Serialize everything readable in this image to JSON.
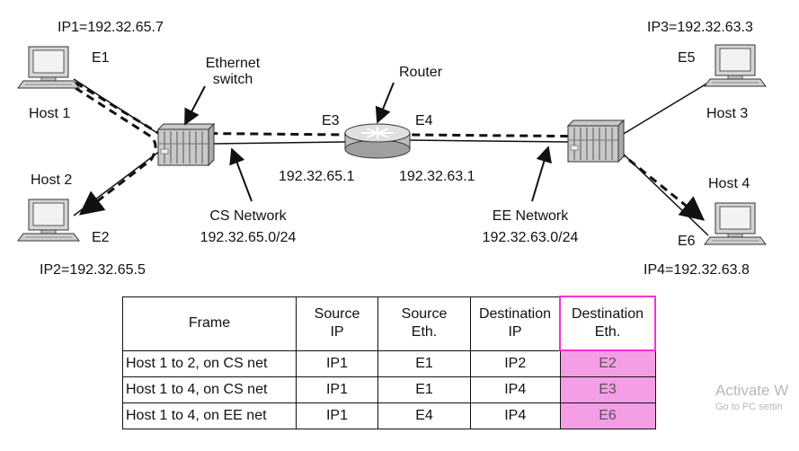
{
  "hosts": {
    "host1": {
      "name": "Host 1",
      "ip": "IP1=192.32.65.7",
      "eth": "E1"
    },
    "host2": {
      "name": "Host 2",
      "ip": "IP2=192.32.65.5",
      "eth": "E2"
    },
    "host3": {
      "name": "Host 3",
      "ip": "IP3=192.32.63.3",
      "eth": "E5"
    },
    "host4": {
      "name": "Host 4",
      "ip": "IP4=192.32.63.8",
      "eth": "E6"
    }
  },
  "switch_label": "Ethernet\nswitch",
  "router": {
    "label": "Router",
    "left_port": "E3",
    "right_port": "E4",
    "left_ip": "192.32.65.1",
    "right_ip": "192.32.63.1"
  },
  "networks": {
    "cs": {
      "name": "CS Network",
      "prefix": "192.32.65.0/24"
    },
    "ee": {
      "name": "EE Network",
      "prefix": "192.32.63.0/24"
    }
  },
  "table": {
    "headers": [
      "Frame",
      "Source\nIP",
      "Source\nEth.",
      "Destination\nIP",
      "Destination\nEth."
    ],
    "rows": [
      [
        "Host 1 to 2, on CS net",
        "IP1",
        "E1",
        "IP2",
        "E2"
      ],
      [
        "Host 1 to 4, on CS net",
        "IP1",
        "E1",
        "IP4",
        "E3"
      ],
      [
        "Host 1 to 4, on EE net",
        "IP1",
        "E4",
        "IP4",
        "E6"
      ]
    ],
    "highlight_color": "#f59ee6"
  },
  "watermark": {
    "line1": "Activate W",
    "line2": "Go to PC settin"
  }
}
